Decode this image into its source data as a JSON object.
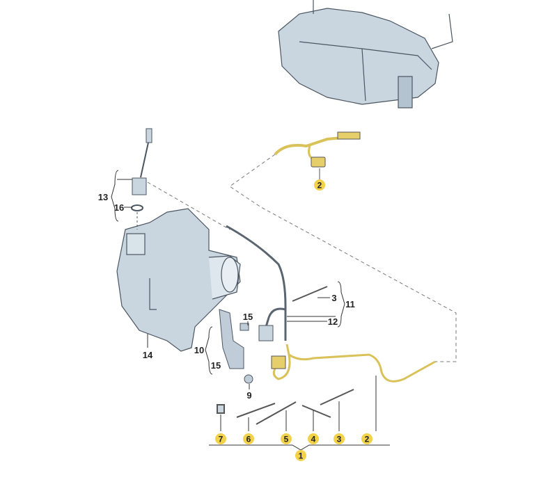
{
  "colors": {
    "part_fill": "#c9d6e0",
    "part_stroke": "#4a5560",
    "highlight": "#f2d24a",
    "hose": "#e6cf6a",
    "line": "#555555"
  },
  "callouts": {
    "upper_hose": "2",
    "sensor_assembly": "13",
    "seal_ring": "16",
    "catalyst": "14",
    "sensor_3_upper": "3",
    "group_11": "11",
    "sensor_12": "12",
    "clip_15_upper": "15",
    "bracket_10": "10",
    "clip_15_lower": "15",
    "nut_9": "9",
    "bottom": [
      "7",
      "6",
      "5",
      "4",
      "3",
      "2"
    ],
    "kit_1": "1"
  }
}
